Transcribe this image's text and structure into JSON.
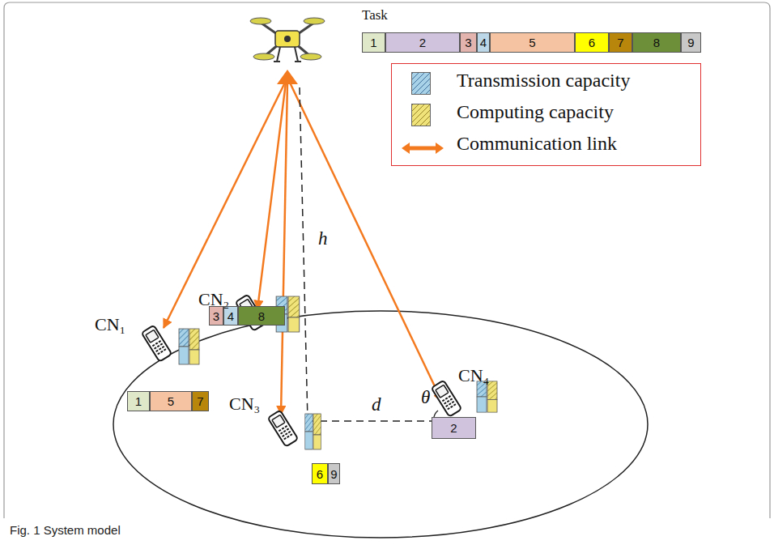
{
  "diagram": {
    "caption": "Fig. 1 System model",
    "nodes": [
      {
        "text": [
          "Task"
        ]
      },
      {
        "text": [
          "1"
        ],
        "in": 0
      },
      {
        "text": [
          "2"
        ],
        "in": 0
      },
      {
        "text": [
          "3"
        ],
        "in": 0
      },
      {
        "text": [
          "4"
        ],
        "in": 0
      },
      {
        "text": [
          "5"
        ],
        "in": 0
      },
      {
        "text": [
          "6"
        ],
        "in": 0
      },
      {
        "text": [
          "7"
        ],
        "in": 0
      },
      {
        "text": [
          "8"
        ],
        "in": 0
      },
      {
        "text": [
          "9"
        ],
        "in": 0
      },
      {
        "text": [
          "3"
        ]
      },
      {
        "text": [
          "4"
        ]
      },
      {
        "text": [
          "8"
        ]
      },
      {
        "text": [
          "1"
        ]
      },
      {
        "text": [
          "5"
        ]
      },
      {
        "text": [
          "7"
        ]
      },
      {
        "text": [
          "2"
        ]
      },
      {
        "text": [
          "6"
        ]
      },
      {
        "text": [
          "9"
        ]
      }
    ],
    "labels": [
      "CN₂",
      "CN₁",
      "CN₃",
      "CN₄",
      "h",
      "d",
      "θ"
    ],
    "legend": [
      {
        "text": "Transmission capacity",
        "color": "#a7d2e8"
      },
      {
        "text": "Computing capacity",
        "color": "#efe37a"
      },
      {
        "text": "Communication link"
      }
    ]
  }
}
